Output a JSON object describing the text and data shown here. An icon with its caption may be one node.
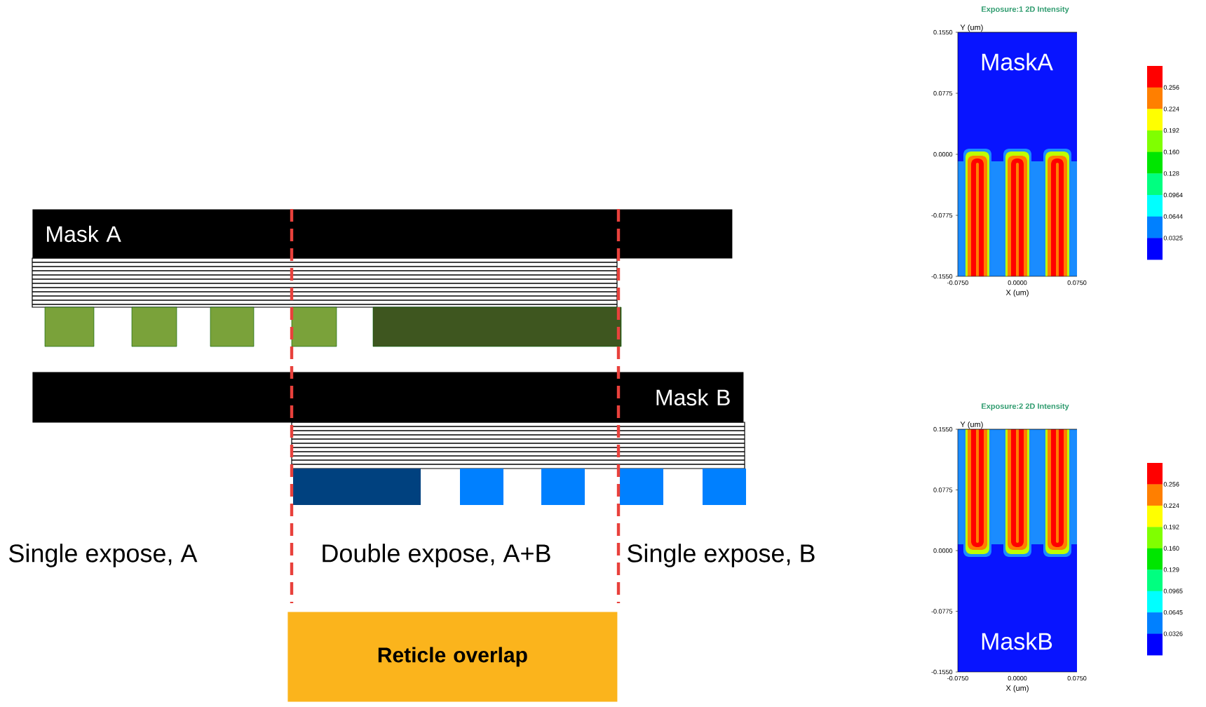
{
  "diagram": {
    "nodes": [
      {
        "text": [
          "Mask A"
        ]
      },
      {
        "text": [
          "Mask B"
        ]
      },
      {
        "text": [
          "Reticle overlap"
        ]
      }
    ],
    "labels": [
      "Single expose, A",
      "Double expose, A+B",
      "Single expose, B",
      "Exposure:1 2D Intensity",
      "MaskA",
      "Y (um)",
      "0.1550",
      "0.0775",
      "0.0000",
      "-0.0775",
      "-0.1550",
      "-0.0750",
      "0.0000",
      "0.0750",
      "X (um)",
      "0.256",
      "0.224",
      "0.192",
      "0.160",
      "0.128",
      "0.0964",
      "0.0644",
      "0.0325",
      "Exposure:2 2D Intensity",
      "MaskB",
      "Y (um)",
      "0.1550",
      "0.0775",
      "0.0000",
      "-0.0775",
      "-0.1550",
      "-0.0750",
      "0.0000",
      "0.0750",
      "X (um)",
      "0.256",
      "0.224",
      "0.192",
      "0.160",
      "0.129",
      "0.0965",
      "0.0645",
      "0.0326"
    ]
  }
}
